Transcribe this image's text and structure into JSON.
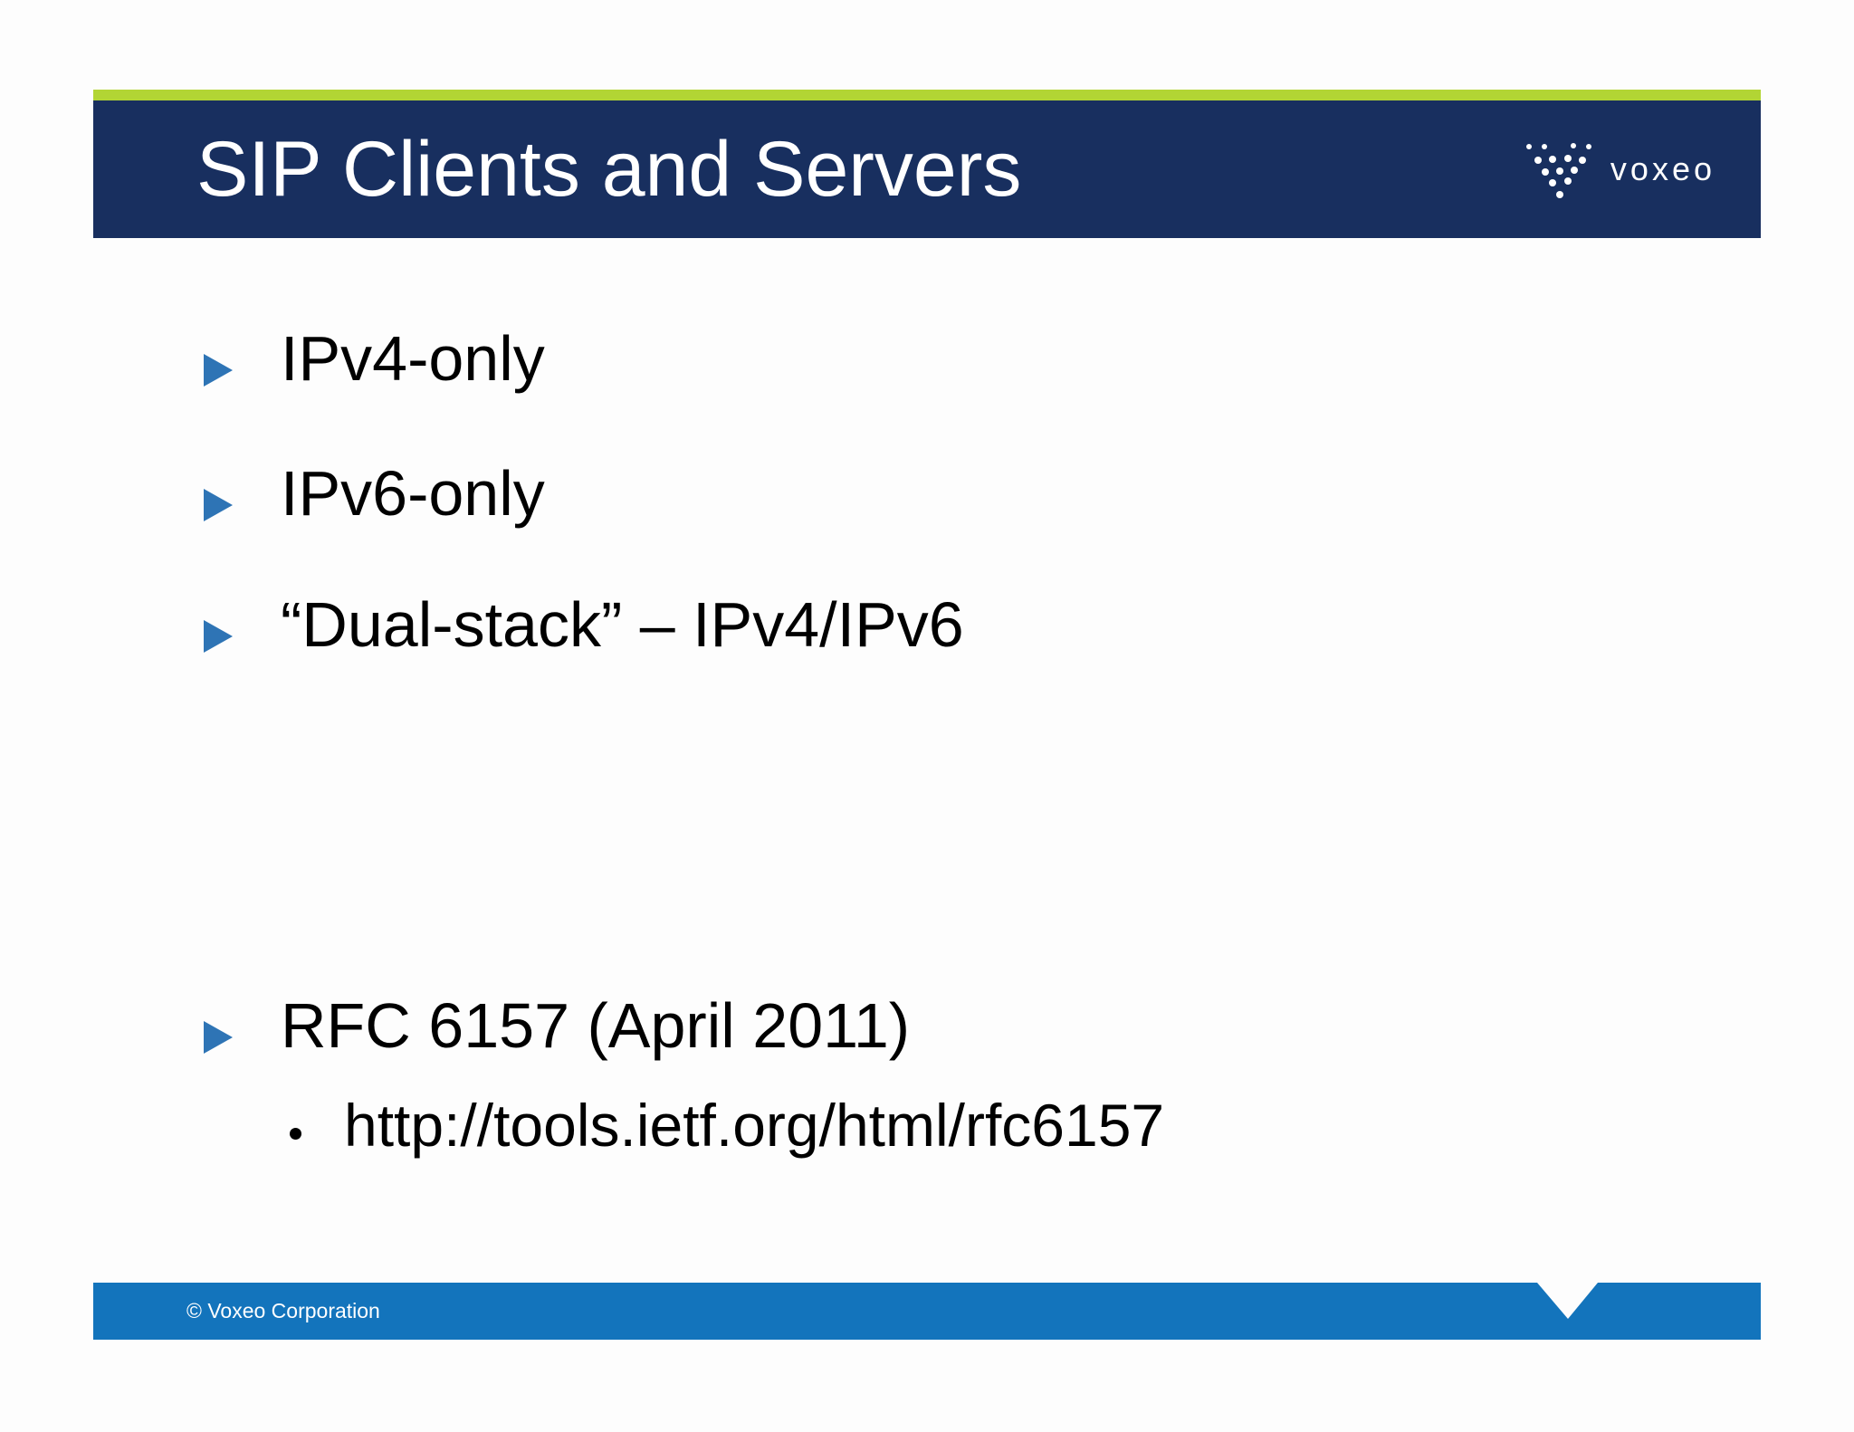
{
  "slide": {
    "title": "SIP Clients and Servers",
    "logo": {
      "wordmark": "voxeo"
    },
    "bullets": [
      {
        "text": "IPv4-only"
      },
      {
        "text": "IPv6-only"
      },
      {
        "text": "“Dual-stack” – IPv4/IPv6"
      },
      {
        "text": "RFC 6157 (April 2011)"
      }
    ],
    "sub_bullet": {
      "text": "http://tools.ietf.org/html/rfc6157"
    },
    "footer": {
      "copyright": "© Voxeo Corporation"
    },
    "colors": {
      "header_navy": "#182F5F",
      "accent_lime": "#B2D534",
      "footer_blue": "#1374BC",
      "bullet_blue": "#2E74B5",
      "body_text": "#000000"
    }
  }
}
